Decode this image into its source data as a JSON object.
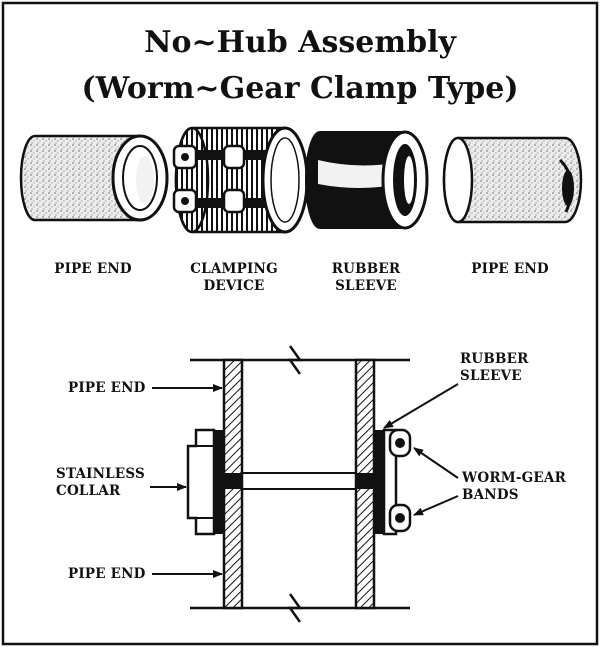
{
  "title": {
    "line1": "No~Hub Assembly",
    "line2": "(Worm~Gear Clamp Type)"
  },
  "components": {
    "pipe_end_left": {
      "label": "PIPE END"
    },
    "clamping_device": {
      "label_line1": "CLAMPING",
      "label_line2": "DEVICE"
    },
    "rubber_sleeve": {
      "label_line1": "RUBBER",
      "label_line2": "SLEEVE"
    },
    "pipe_end_right": {
      "label": "PIPE END"
    }
  },
  "cross_section": {
    "pipe_end_top": "PIPE END",
    "stainless_collar_line1": "STAINLESS",
    "stainless_collar_line2": "COLLAR",
    "pipe_end_bottom": "PIPE END",
    "rubber_sleeve_line1": "RUBBER",
    "rubber_sleeve_line2": "SLEEVE",
    "worm_gear_line1": "WORM-GEAR",
    "worm_gear_line2": "BANDS"
  },
  "colors": {
    "ink": "#111111",
    "paper": "#ffffff",
    "speckle": "#bdbdbd"
  }
}
